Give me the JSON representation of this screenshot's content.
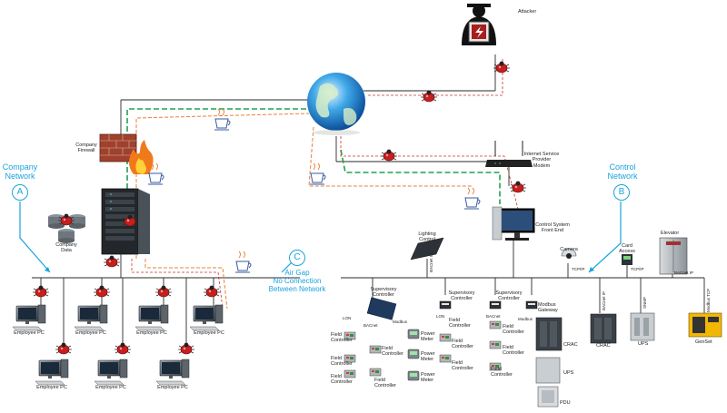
{
  "diagram": {
    "company_network": {
      "title_line1": "Company",
      "title_line2": "Network",
      "marker": "A",
      "firewall_line1": "Company",
      "firewall_line2": "Firewall",
      "data_line1": "Company",
      "data_line2": "Data",
      "employee_pc": "Employee PC"
    },
    "control_network": {
      "title_line1": "Control",
      "title_line2": "Network",
      "marker": "B"
    },
    "air_gap": {
      "marker": "C",
      "line1": "Air Gap",
      "line2": "No Connection",
      "line3": "Between Network"
    },
    "attacker": "Attacker",
    "isp": {
      "line1": "Internet Service",
      "line2": "Provider",
      "line3": "Modem"
    },
    "front_end": {
      "line1": "Control System",
      "line2": "Front End"
    },
    "lighting": {
      "line1": "Lighting",
      "line2": "Control",
      "protocol": "BACnet IP"
    },
    "camera": "Camera",
    "card_access": {
      "line1": "Card",
      "line2": "Access"
    },
    "elevator": "Elevator",
    "supervisory": {
      "line1": "Supervisory",
      "line2": "Controller"
    },
    "field": {
      "line1": "Field",
      "line2": "Controller"
    },
    "power_meter": {
      "line1": "Power",
      "line2": "Meter"
    },
    "modbus_gateway": {
      "line1": "Modbus",
      "line2": "Gateway"
    },
    "crac": "CRAC",
    "ups": "UPS",
    "pdu": "PDU",
    "genset": "GenSet",
    "protocols": {
      "lon": "LON",
      "bacnet": "BACnet",
      "modbus": "Modbus",
      "tcpip": "TCP/IP",
      "bacnet_ip": "BACnet IP",
      "snmp": "SNMP",
      "modbus_tcp": "Modbus TCP"
    },
    "colors": {
      "network_line": "#2a2a2a",
      "accent_blue": "#1aa3dd",
      "attack_path": "#c83232",
      "green_path": "#22a050",
      "orange_path": "#e8823c",
      "bug_red": "#c81e1e"
    }
  }
}
